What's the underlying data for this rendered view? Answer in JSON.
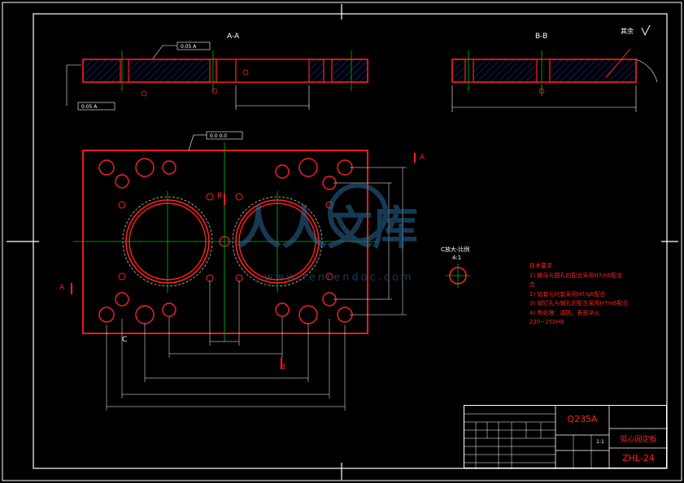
{
  "views": {
    "section_a": "A-A",
    "section_b": "B-B",
    "detail_c": "C放大-比例",
    "detail_c_scale": "4:1",
    "surface_finish_note": "其余"
  },
  "section_markers": {
    "a": "A",
    "b": "B",
    "c": "C"
  },
  "tolerance_frames": {
    "top_left": "0.05 A",
    "bottom_left": "0.05 A",
    "plan_view": "0.0 0.0"
  },
  "technical_requirements": {
    "title": "技术要求",
    "lines": [
      "1) 螺母与圆孔的配合采用H7/n6配合",
      "合",
      "2) 钻套与衬套采用H7/g6配合",
      "3) 销钉孔与销孔的配合采用H7/n6配合",
      "4) 热处理：调质，表面淬火",
      "220~250HB"
    ]
  },
  "title_block": {
    "material": "Q235A",
    "part_name": "弧心固定板",
    "drawing_number": "ZHL-24",
    "scale": "1:1"
  },
  "watermark": {
    "text": "人人文库",
    "url": "www.renrendoc.com"
  }
}
